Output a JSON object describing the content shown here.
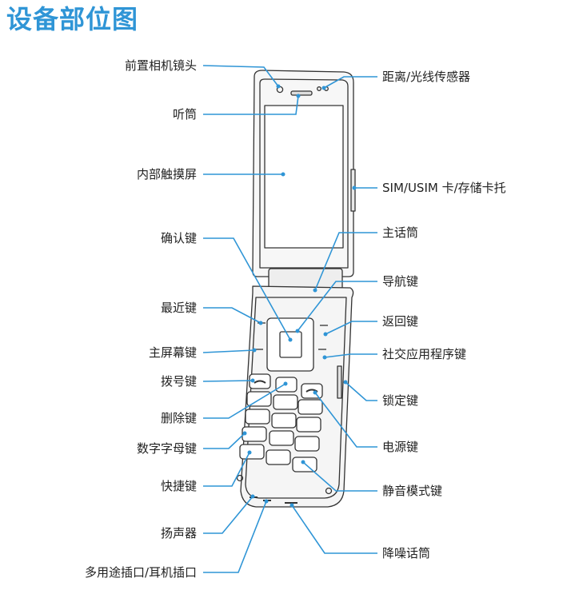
{
  "title": "设备部位图",
  "accent_color": "#2f95d6",
  "labels_left": [
    {
      "id": "front-camera",
      "text": "前置相机镜头"
    },
    {
      "id": "earpiece",
      "text": "听筒"
    },
    {
      "id": "inner-touchscreen",
      "text": "内部触摸屏"
    },
    {
      "id": "ok-key",
      "text": "确认键"
    },
    {
      "id": "recent-key",
      "text": "最近键"
    },
    {
      "id": "home-key",
      "text": "主屏幕键"
    },
    {
      "id": "call-key",
      "text": "拨号键"
    },
    {
      "id": "delete-key",
      "text": "删除键"
    },
    {
      "id": "alphanumeric-keys",
      "text": "数字字母键"
    },
    {
      "id": "shortcut-key",
      "text": "快捷键"
    },
    {
      "id": "speaker",
      "text": "扬声器"
    },
    {
      "id": "multipurpose-jack",
      "text": "多用途插口/耳机插口"
    }
  ],
  "labels_right": [
    {
      "id": "proximity-light-sensor",
      "text": "距离/光线传感器"
    },
    {
      "id": "sim-card-tray",
      "text": "SIM/USIM 卡/存储卡托"
    },
    {
      "id": "main-microphone",
      "text": "主话筒"
    },
    {
      "id": "navigation-key",
      "text": "导航键"
    },
    {
      "id": "back-key",
      "text": "返回键"
    },
    {
      "id": "social-apps-key",
      "text": "社交应用程序键"
    },
    {
      "id": "lock-key",
      "text": "锁定键"
    },
    {
      "id": "power-key",
      "text": "电源键"
    },
    {
      "id": "silent-mode-key",
      "text": "静音模式键"
    },
    {
      "id": "noise-cancel-mic",
      "text": "降噪话筒"
    }
  ]
}
